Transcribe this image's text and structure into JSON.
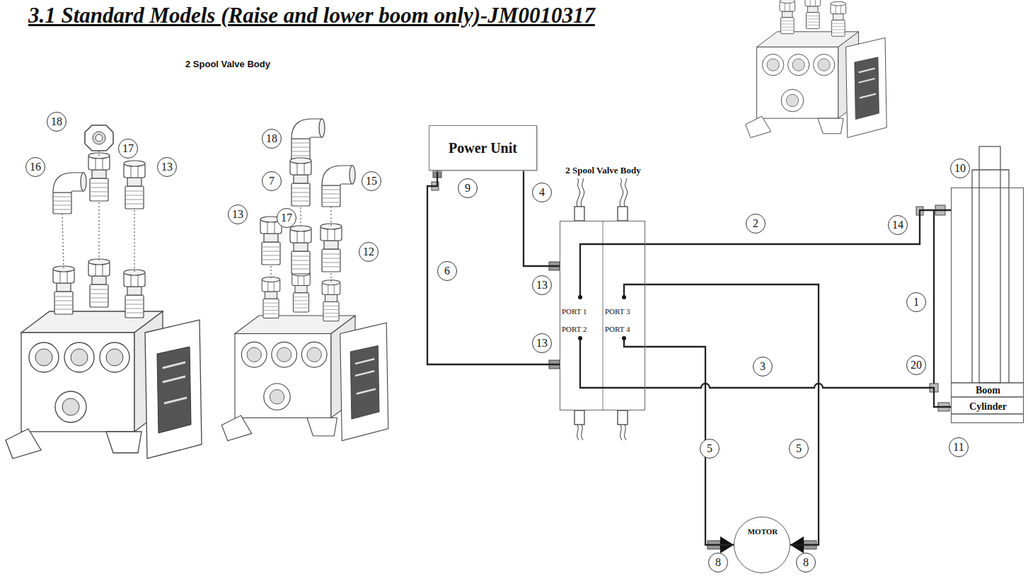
{
  "diagram": {
    "title": "3.1 Standard Models (Raise and lower boom only)-JM0010317",
    "nodes": [
      {
        "text": [
          "Power Unit"
        ]
      },
      {
        "text": [
          "2 Spool Valve Body",
          "PORT 1",
          "PORT 3",
          "PORT 2",
          "PORT 4"
        ]
      },
      {
        "text": [
          "Boom",
          "Cylinder"
        ]
      },
      {
        "text": [
          "MOTOR"
        ]
      }
    ],
    "edges": [
      {
        "from": 0,
        "to": 1,
        "label": "4",
        "arrow": "none"
      },
      {
        "from": 0,
        "to": 1,
        "label": "6",
        "arrow": "none"
      },
      {
        "from": 1,
        "to": 2,
        "label": "2",
        "arrow": "none"
      },
      {
        "from": 1,
        "to": 2,
        "label": "3",
        "arrow": "none"
      },
      {
        "from": 1,
        "to": 3,
        "label": "5",
        "arrow": "none"
      },
      {
        "from": 1,
        "to": 3,
        "label": "5",
        "arrow": "none"
      }
    ],
    "labels": [
      "2 Spool Valve Body",
      "18",
      "16",
      "17",
      "13",
      "18",
      "7",
      "15",
      "13",
      "17",
      "12",
      "9",
      "13",
      "13",
      "14",
      "10",
      "1",
      "20",
      "11",
      "8",
      "8"
    ]
  }
}
